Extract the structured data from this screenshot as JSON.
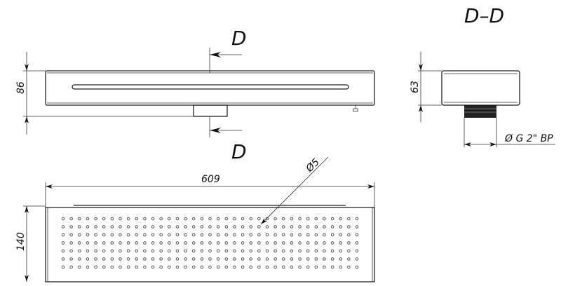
{
  "section_marks": {
    "top": "D",
    "bottom": "D",
    "title": "D–D"
  },
  "dimensions": {
    "front_height": "86",
    "section_height": "63",
    "length": "609",
    "width": "140",
    "hole_diameter": "Ø5",
    "thread": "Ø G 2\" ВР"
  },
  "hole_grid": {
    "rows": 7,
    "cols": 37
  }
}
